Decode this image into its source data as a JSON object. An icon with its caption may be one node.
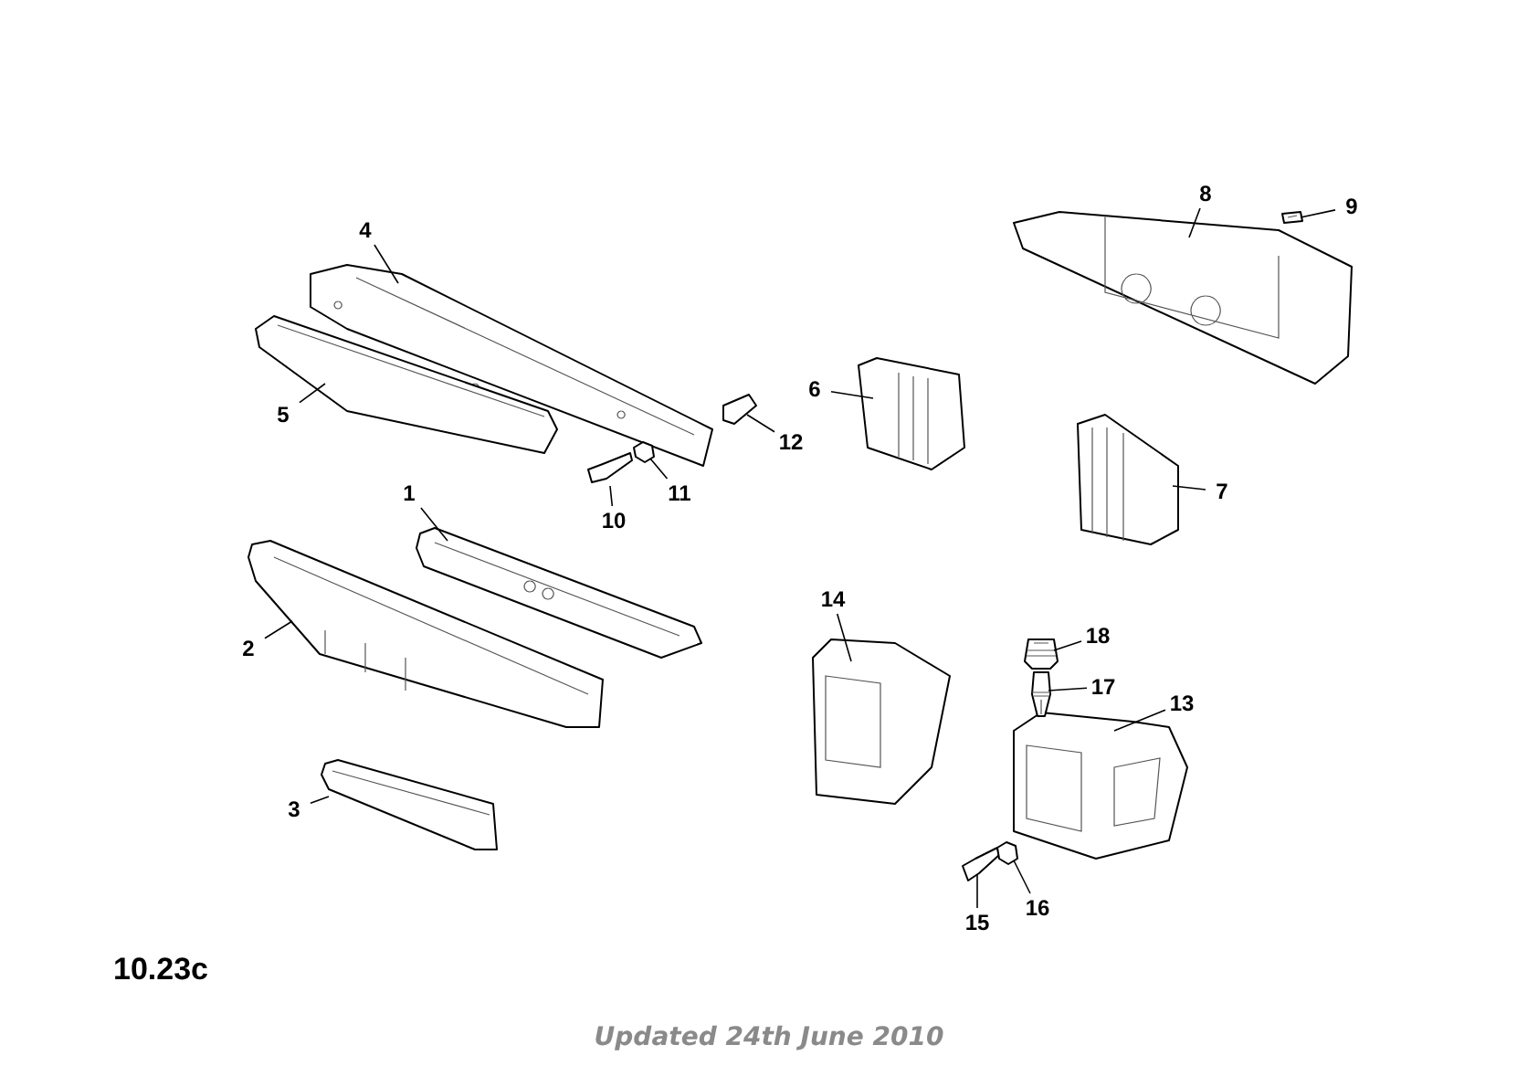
{
  "diagram": {
    "caption": "Updated 24th June 2010",
    "nodes": [
      {
        "text": [
          "1"
        ]
      },
      {
        "text": [
          "2"
        ]
      },
      {
        "text": [
          "3"
        ]
      },
      {
        "text": [
          "4"
        ]
      },
      {
        "text": [
          "5"
        ]
      },
      {
        "text": [
          "6"
        ]
      },
      {
        "text": [
          "7"
        ]
      },
      {
        "text": [
          "8"
        ]
      },
      {
        "text": [
          "9"
        ]
      },
      {
        "text": [
          "10"
        ]
      },
      {
        "text": [
          "11"
        ]
      },
      {
        "text": [
          "12"
        ]
      },
      {
        "text": [
          "13"
        ]
      },
      {
        "text": [
          "14"
        ]
      },
      {
        "text": [
          "15"
        ]
      },
      {
        "text": [
          "16"
        ]
      },
      {
        "text": [
          "17"
        ]
      },
      {
        "text": [
          "18"
        ]
      },
      {
        "text": [],
        "shape": "picture"
      },
      {
        "text": [],
        "shape": "picture"
      },
      {
        "text": [],
        "shape": "picture"
      },
      {
        "text": [],
        "shape": "picture"
      },
      {
        "text": [],
        "shape": "picture"
      },
      {
        "text": [],
        "shape": "picture"
      },
      {
        "text": [],
        "shape": "picture"
      },
      {
        "text": [],
        "shape": "picture"
      },
      {
        "text": [],
        "shape": "picture"
      },
      {
        "text": [],
        "shape": "picture"
      },
      {
        "text": [],
        "shape": "picture"
      },
      {
        "text": [],
        "shape": "picture"
      },
      {
        "text": [],
        "shape": "picture"
      },
      {
        "text": [],
        "shape": "picture"
      },
      {
        "text": [],
        "shape": "picture"
      },
      {
        "text": [],
        "shape": "picture"
      },
      {
        "text": [],
        "shape": "picture"
      },
      {
        "text": [],
        "shape": "picture"
      }
    ],
    "edges": [
      {
        "from": 0,
        "to": 18,
        "arrow": "none"
      },
      {
        "from": 1,
        "to": 19,
        "arrow": "none"
      },
      {
        "from": 2,
        "to": 20,
        "arrow": "none"
      },
      {
        "from": 3,
        "to": 21,
        "arrow": "none"
      },
      {
        "from": 4,
        "to": 22,
        "arrow": "none"
      },
      {
        "from": 5,
        "to": 23,
        "arrow": "none"
      },
      {
        "from": 6,
        "to": 24,
        "arrow": "none"
      },
      {
        "from": 7,
        "to": 25,
        "arrow": "none"
      },
      {
        "from": 8,
        "to": 26,
        "arrow": "none"
      },
      {
        "from": 9,
        "to": 27,
        "arrow": "none"
      },
      {
        "from": 10,
        "to": 28,
        "arrow": "none"
      },
      {
        "from": 11,
        "to": 29,
        "arrow": "none"
      },
      {
        "from": 12,
        "to": 30,
        "arrow": "none"
      },
      {
        "from": 13,
        "to": 31,
        "arrow": "none"
      },
      {
        "from": 14,
        "to": 32,
        "arrow": "none"
      },
      {
        "from": 15,
        "to": 33,
        "arrow": "none"
      },
      {
        "from": 16,
        "to": 34,
        "arrow": "none"
      },
      {
        "from": 17,
        "to": 35,
        "arrow": "none"
      }
    ],
    "labels": [
      "10.23c"
    ]
  }
}
